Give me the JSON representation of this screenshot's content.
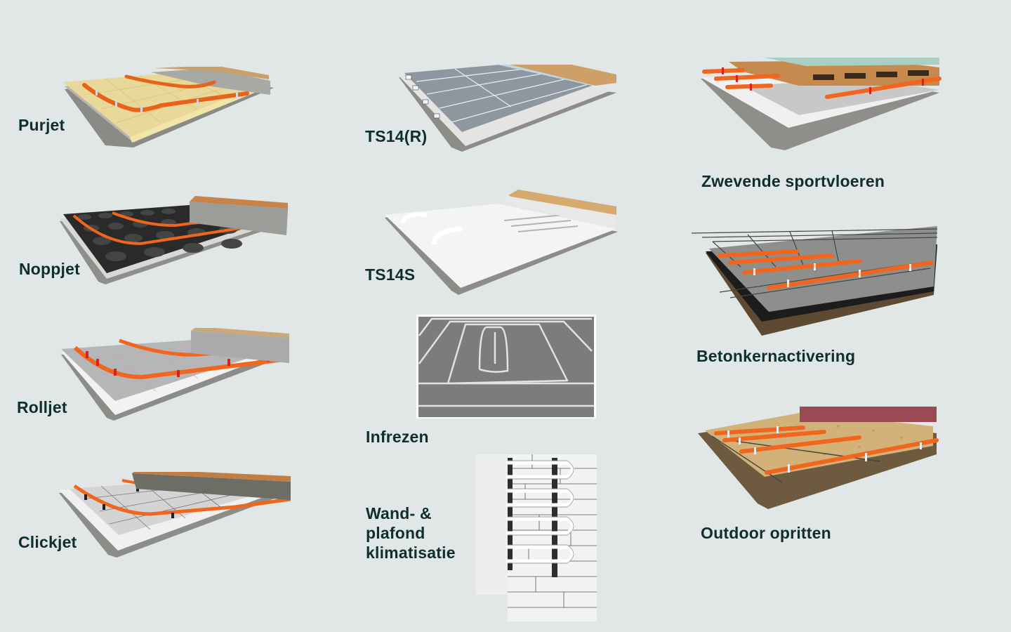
{
  "background_color": "#e1e6e6",
  "text_color": "#0f2e2e",
  "pipe_color": "#f0661e",
  "systems": {
    "purjet": {
      "label": "Purjet",
      "icon": "purjet-floor-illustration"
    },
    "noppjet": {
      "label": "Noppjet",
      "icon": "noppjet-floor-illustration"
    },
    "rolljet": {
      "label": "Rolljet",
      "icon": "rolljet-floor-illustration"
    },
    "clickjet": {
      "label": "Clickjet",
      "icon": "clickjet-floor-illustration"
    },
    "ts14r": {
      "label": "TS14(R)",
      "icon": "ts14r-floor-illustration"
    },
    "ts14s": {
      "label": "TS14S",
      "icon": "ts14s-floor-illustration"
    },
    "infrezen": {
      "label": "Infrezen",
      "icon": "infrezen-milled-floor-illustration"
    },
    "wand": {
      "label_line1": "Wand- &",
      "label_line2": "plafond",
      "label_line3": "klimatisatie",
      "icon": "wall-ceiling-illustration"
    },
    "sport": {
      "label": "Zwevende sportvloeren",
      "icon": "sportfloor-illustration"
    },
    "beton": {
      "label": "Betonkernactivering",
      "icon": "concrete-core-illustration"
    },
    "outdoor": {
      "label": "Outdoor opritten",
      "icon": "outdoor-driveway-illustration"
    }
  }
}
